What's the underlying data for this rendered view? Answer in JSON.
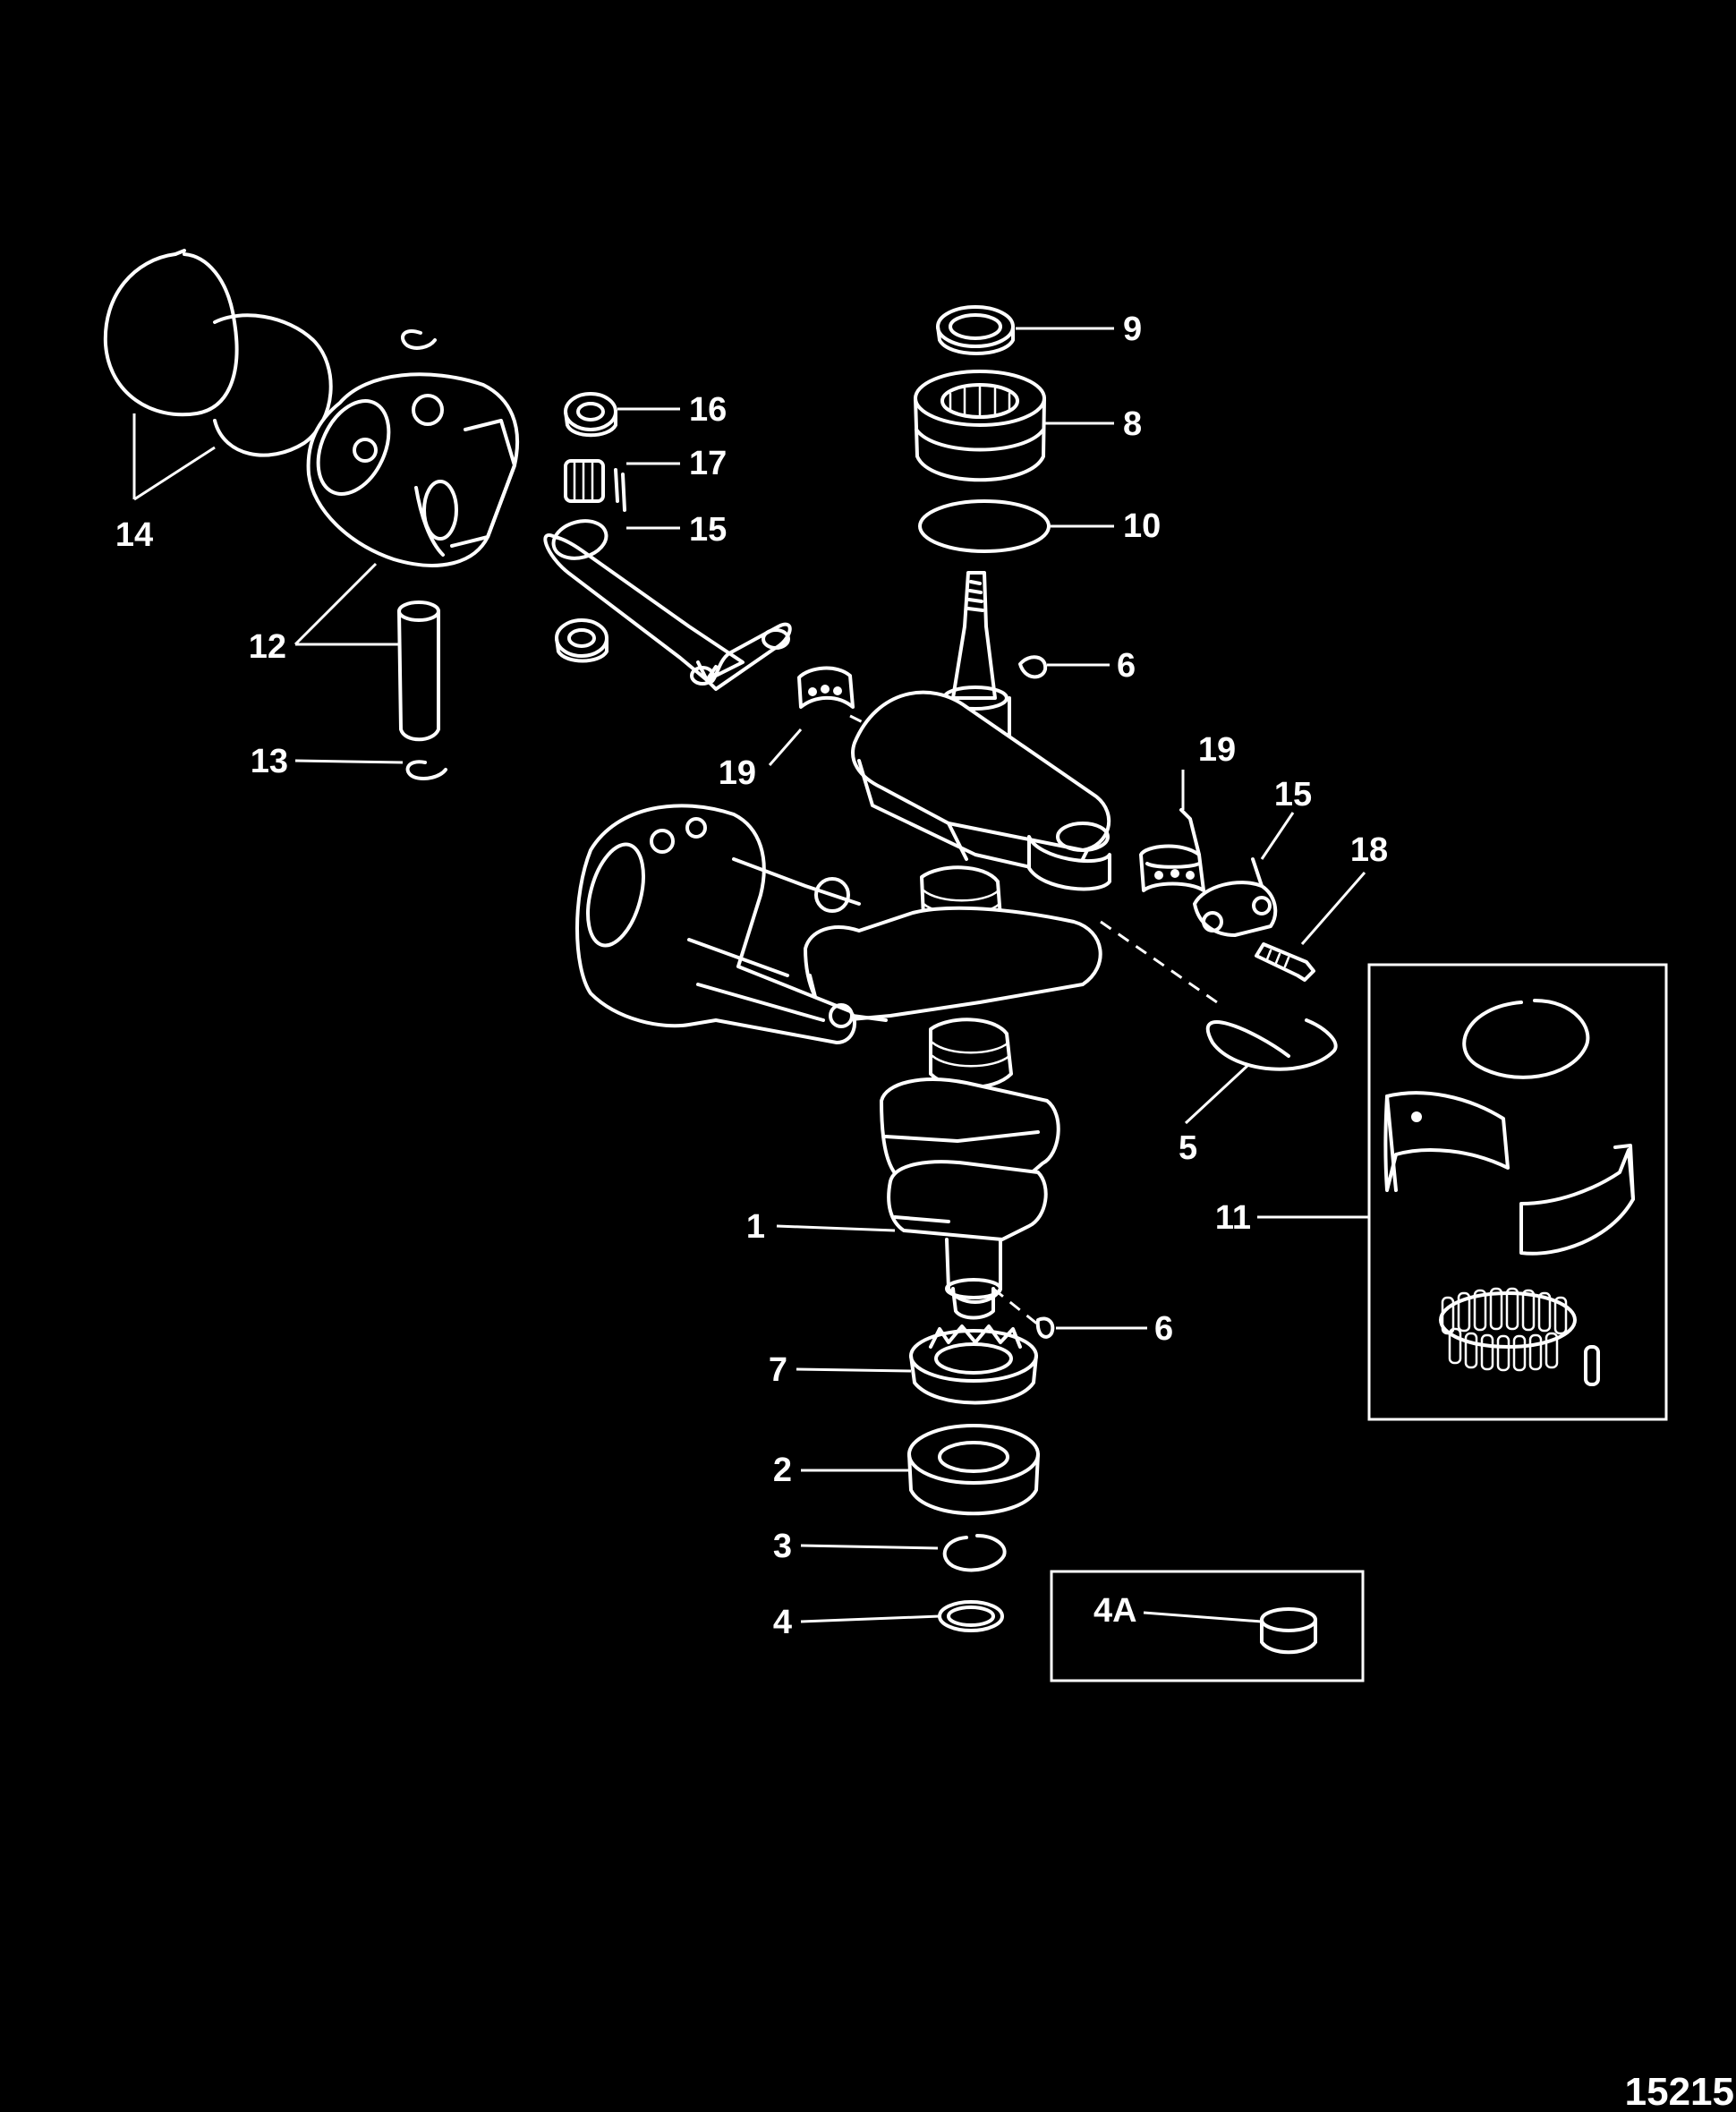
{
  "colors": {
    "background": "#000000",
    "line_art": "#ffffff"
  },
  "callouts": {
    "c1": "1",
    "c2": "2",
    "c3": "3",
    "c4": "4",
    "c4a": "4A",
    "c5": "5",
    "c6_top": "6",
    "c6_bottom": "6",
    "c7": "7",
    "c8": "8",
    "c9": "9",
    "c10": "10",
    "c11": "11",
    "c12": "12",
    "c13": "13",
    "c14": "14",
    "c15_left": "15",
    "c15_right": "15",
    "c16": "16",
    "c17": "17",
    "c18": "18",
    "c19_left": "19",
    "c19_right": "19"
  },
  "figure_id": "15215"
}
